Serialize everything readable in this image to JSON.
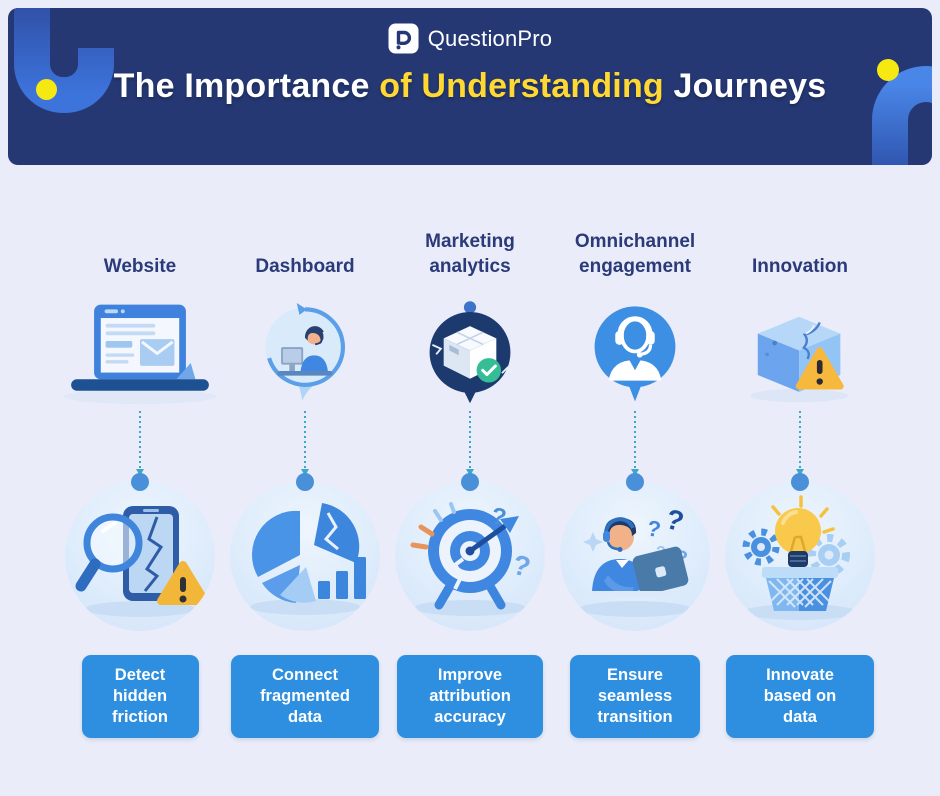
{
  "header": {
    "logo": {
      "text": "QuestionPro",
      "icon": "questionpro-logo-icon"
    },
    "title": {
      "part1": "The Importance ",
      "highlight": "of Understanding",
      "part3": " Journeys"
    }
  },
  "glyphs": {
    "question_mark": "?"
  },
  "columns": [
    {
      "label": "Website",
      "top_icon": "laptop-browser-email-icon",
      "illustration": "cracked-phone-magnifier-warning-illustration",
      "button": "Detect hidden friction"
    },
    {
      "label": "Dashboard",
      "top_icon": "support-agent-sync-badge-icon",
      "illustration": "fragmented-pie-and-bar-chart-illustration",
      "button": "Connect fragmented data"
    },
    {
      "label": "Marketing analytics",
      "top_icon": "package-check-badge-icon",
      "illustration": "target-arrow-question-marks-illustration",
      "button": "Improve attribution accuracy"
    },
    {
      "label": "Omnichannel engagement",
      "top_icon": "headset-user-badge-icon",
      "illustration": "agent-laptop-question-marks-illustration",
      "button": "Ensure seamless transition"
    },
    {
      "label": "Innovation",
      "top_icon": "cracked-cube-warning-icon",
      "illustration": "lightbulb-gears-basket-illustration",
      "button": "Innovate based on data"
    }
  ],
  "colors": {
    "header_bg": "#253874",
    "accent_yellow": "#ffd833",
    "dot_yellow": "#f6e912",
    "background": "#eaedf9",
    "label_navy": "#2b3a78",
    "button_blue": "#2e8ee0",
    "connector_teal": "#3aa9c9",
    "connector_dot_blue": "#4a90d9"
  }
}
